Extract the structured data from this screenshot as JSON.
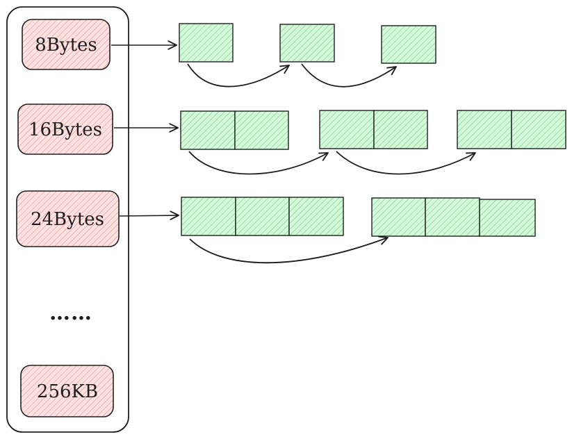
{
  "diagram": {
    "size_classes": [
      {
        "label": "8Bytes",
        "blocks": [
          1,
          1,
          1
        ]
      },
      {
        "label": "16Bytes",
        "blocks": [
          2,
          2,
          2
        ]
      },
      {
        "label": "24Bytes",
        "blocks": [
          3,
          3
        ]
      }
    ],
    "ellipsis": "……",
    "last_class": {
      "label": "256KB"
    },
    "colors": {
      "stroke": "#1e1e1e",
      "size_class_fill": "#ffc9c9",
      "size_class_hatch": "#e03131",
      "block_fill": "#b2f2bb",
      "block_hatch": "#2f9e44"
    }
  }
}
